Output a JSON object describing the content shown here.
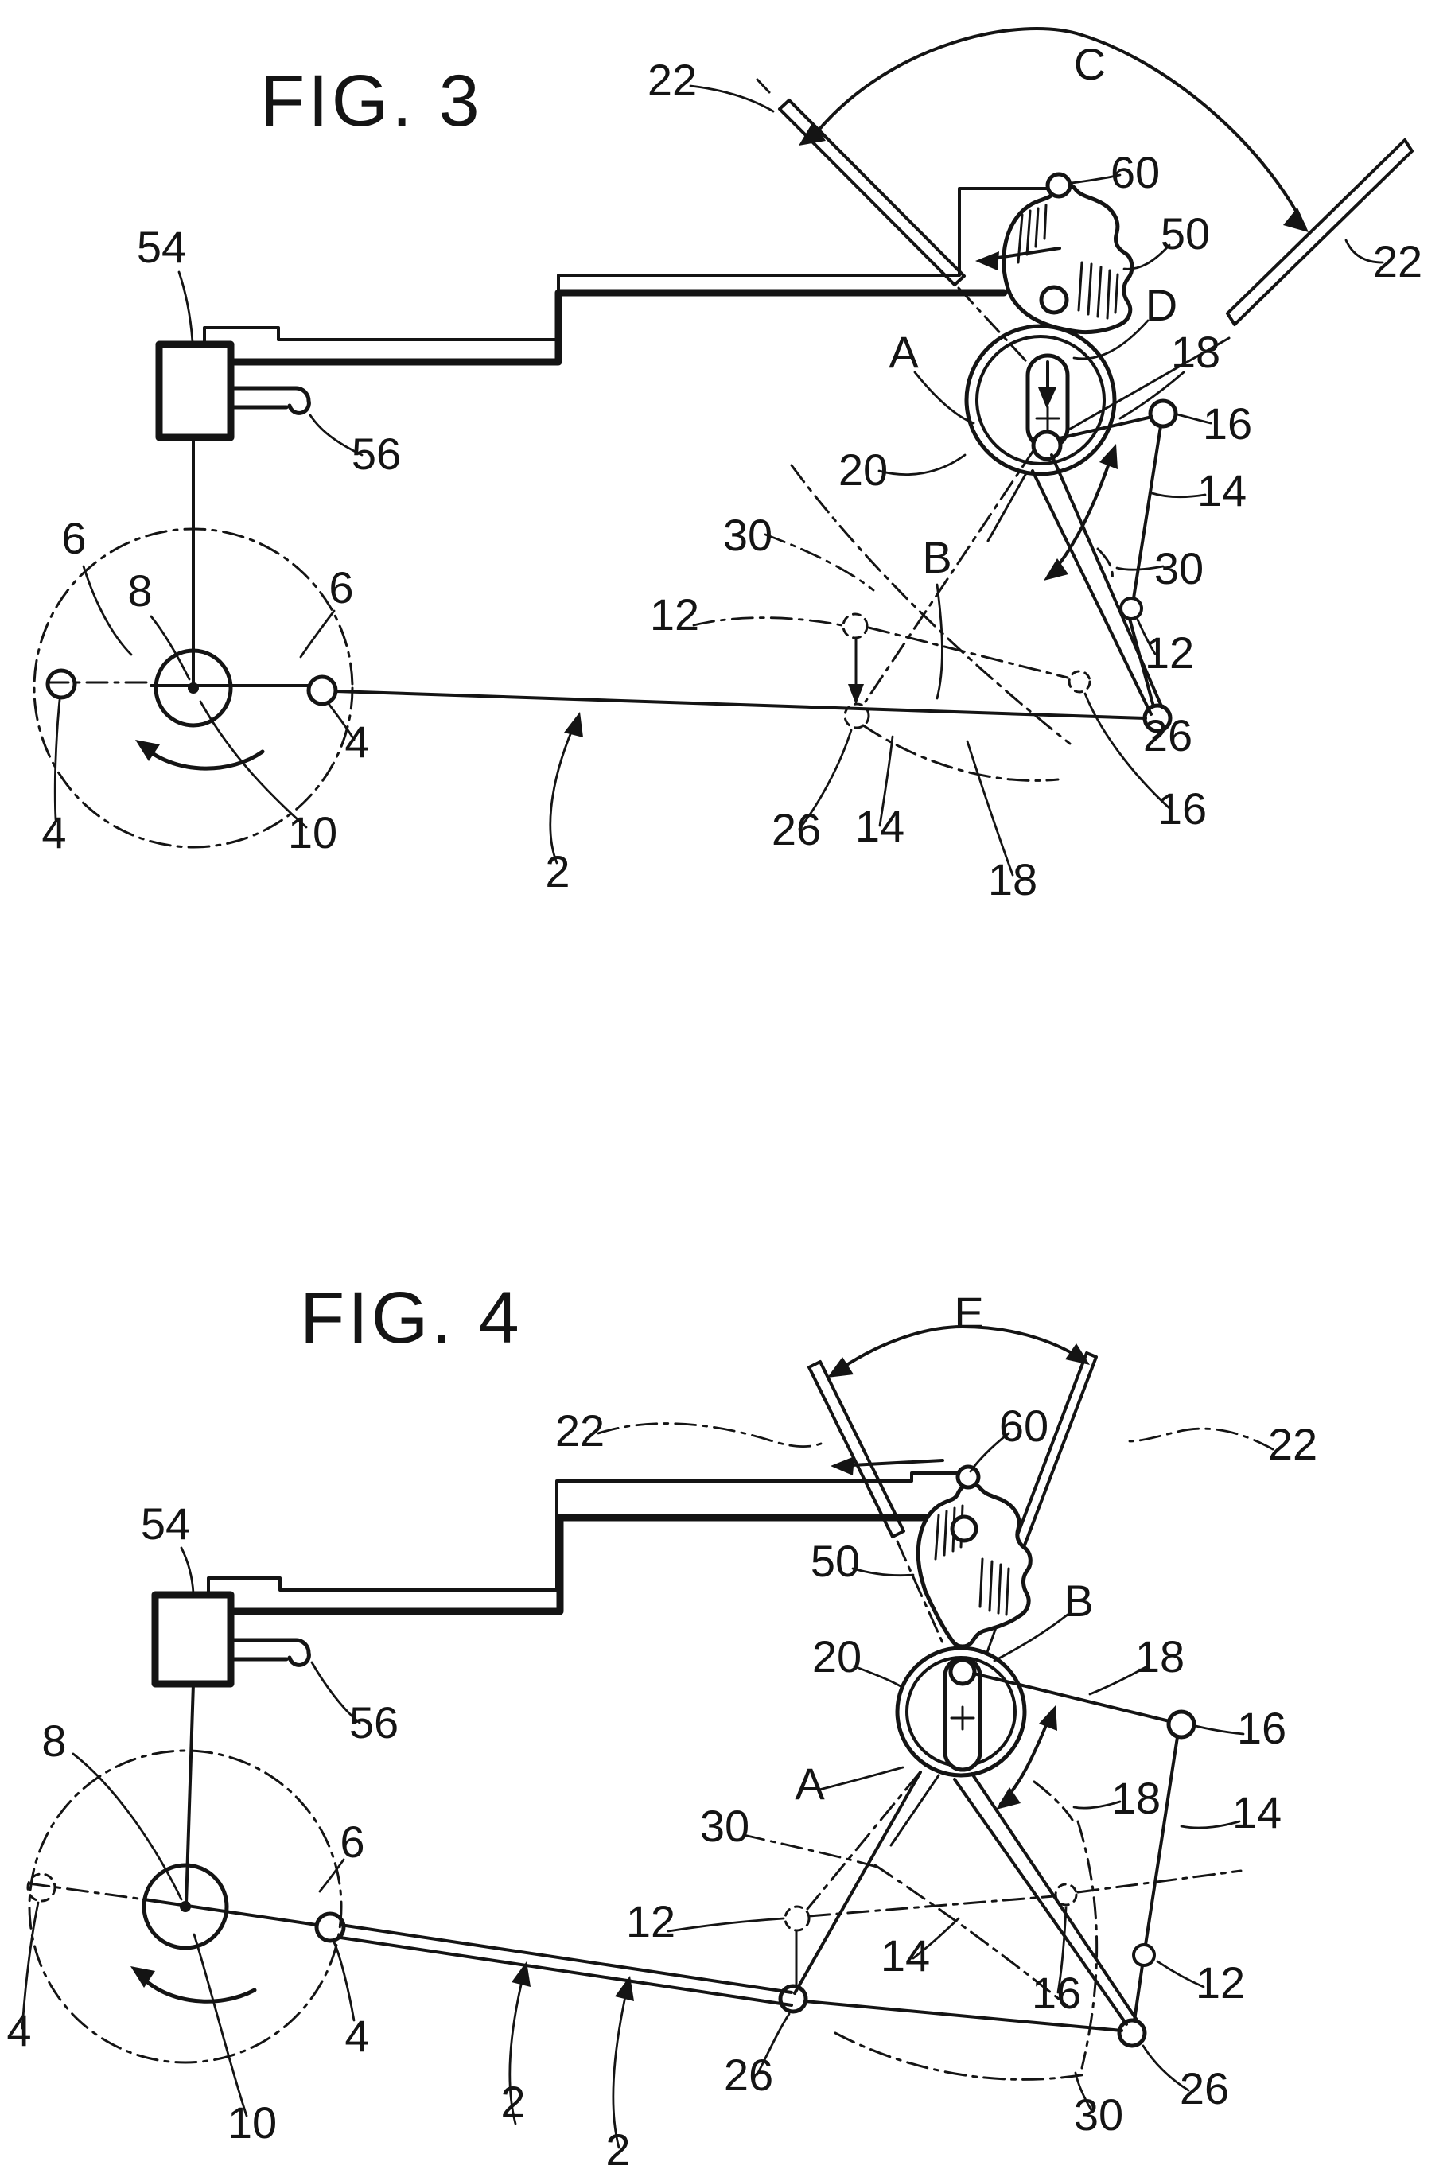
{
  "drawing": {
    "kind": "patent-mechanical-linkage-drawing",
    "background": "#ffffff",
    "ink": "#141414"
  },
  "fig3": {
    "title": "FIG. 3",
    "labels": {
      "n54": "54",
      "n56": "56",
      "n6a": "6",
      "n8": "8",
      "n6b": "6",
      "n4a": "4",
      "n4b": "4",
      "n10": "10",
      "n2": "2",
      "n22a": "22",
      "c": "C",
      "n60": "60",
      "n50": "50",
      "n22b": "22",
      "d": "D",
      "a": "A",
      "n18a": "18",
      "n16a": "16",
      "n20": "20",
      "n14a": "14",
      "n30a": "30",
      "b": "B",
      "n30b": "30",
      "n12a": "12",
      "n12b": "12",
      "n26a": "26",
      "n16b": "16",
      "n26b": "26",
      "n14b": "14",
      "n18b": "18"
    }
  },
  "fig4": {
    "title": "FIG. 4",
    "labels": {
      "e": "E",
      "n22a": "22",
      "n60": "60",
      "n22b": "22",
      "n54": "54",
      "n50": "50",
      "b": "B",
      "n20": "20",
      "n18a": "18",
      "n56": "56",
      "n16a": "16",
      "n8": "8",
      "a": "A",
      "n18b": "18",
      "n30a": "30",
      "n6": "6",
      "n14a": "14",
      "n12a": "12",
      "n14b": "14",
      "n12b": "12",
      "n16b": "16",
      "n4a": "4",
      "n4b": "4",
      "n26a": "26",
      "n26b": "26",
      "n30b": "30",
      "n10": "10",
      "n2a": "2",
      "n2b": "2"
    }
  }
}
